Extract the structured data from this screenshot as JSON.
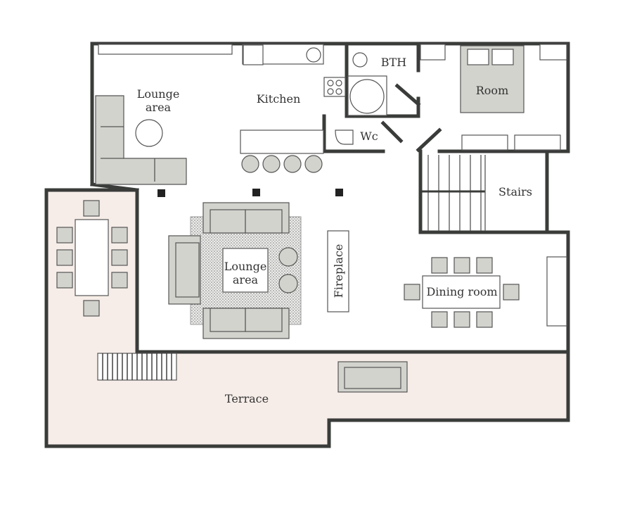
{
  "labels": {
    "lounge_area_top_line1": "Lounge",
    "lounge_area_top_line2": "area",
    "kitchen": "Kitchen",
    "bth": "BTH",
    "room": "Room",
    "wc": "Wc",
    "stairs": "Stairs",
    "lounge_area_center_line1": "Lounge",
    "lounge_area_center_line2": "area",
    "fireplace": "Fireplace",
    "dining_room": "Dining room",
    "terrace": "Terrace"
  },
  "colors": {
    "wall": "#3a3c3a",
    "furniture": "#d3d3ce",
    "terrace_floor": "#f6ede8",
    "rug": "#dcdcd6"
  }
}
